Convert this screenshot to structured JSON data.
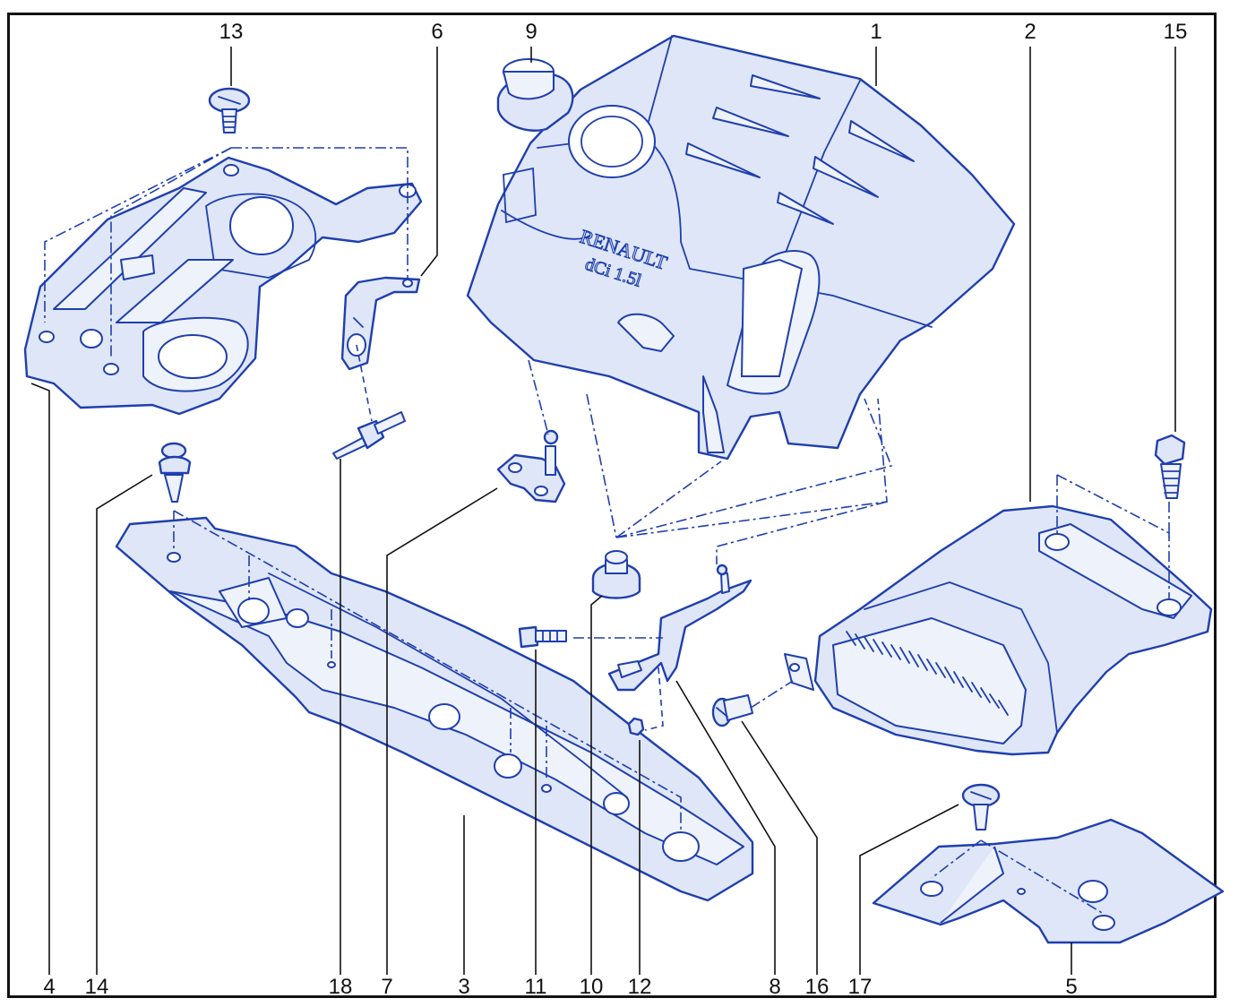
{
  "diagram": {
    "brand": {
      "logo": "RENAULT",
      "model_text": "dCi 1.5l"
    },
    "colors": {
      "line": "#1f3fae",
      "fill": "#dfe6f7",
      "frame": "#111111",
      "text": "#111111"
    },
    "callouts": [
      {
        "id": "c1",
        "label": "1"
      },
      {
        "id": "c2",
        "label": "2"
      },
      {
        "id": "c3",
        "label": "3"
      },
      {
        "id": "c4",
        "label": "4"
      },
      {
        "id": "c5",
        "label": "5"
      },
      {
        "id": "c6",
        "label": "6"
      },
      {
        "id": "c7",
        "label": "7"
      },
      {
        "id": "c8",
        "label": "8"
      },
      {
        "id": "c9",
        "label": "9"
      },
      {
        "id": "c10",
        "label": "10"
      },
      {
        "id": "c11",
        "label": "11"
      },
      {
        "id": "c12",
        "label": "12"
      },
      {
        "id": "c13",
        "label": "13"
      },
      {
        "id": "c14",
        "label": "14"
      },
      {
        "id": "c15",
        "label": "15"
      },
      {
        "id": "c16",
        "label": "16"
      },
      {
        "id": "c17",
        "label": "17"
      },
      {
        "id": "c18",
        "label": "18"
      }
    ]
  }
}
